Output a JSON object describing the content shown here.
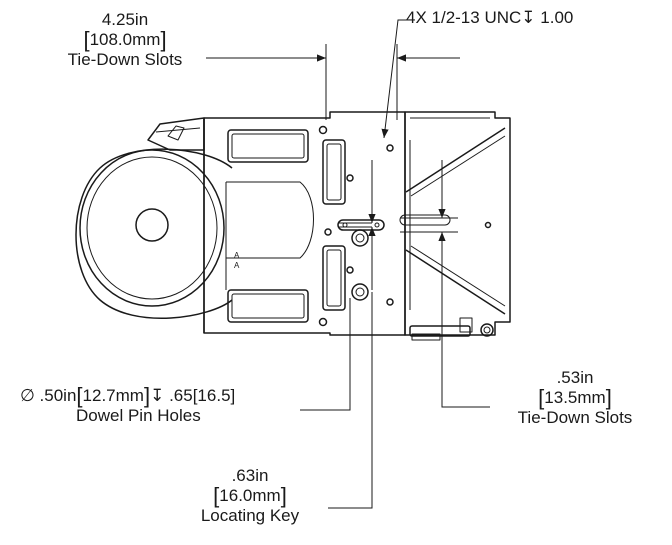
{
  "callouts": {
    "tie_down_slots_width": {
      "inches": "4.25in",
      "mm": "108.0mm",
      "label": "Tie-Down Slots"
    },
    "tapped_holes": {
      "text": "4X 1/2-13 UNC",
      "depth_symbol": "↧",
      "depth": "1.00"
    },
    "dowel_pin_holes": {
      "diameter_symbol": "∅",
      "inches": ".50in",
      "mm": "12.7mm",
      "depth_symbol": "↧",
      "depth": ".65[16.5]",
      "label": "Dowel Pin Holes"
    },
    "tie_down_slots_small": {
      "inches": ".53in",
      "mm": "13.5mm",
      "label": "Tie-Down Slots"
    },
    "locating_key": {
      "inches": ".63in",
      "mm": "16.0mm",
      "label": "Locating Key"
    }
  },
  "colors": {
    "ink": "#1a1a1a",
    "background": "#ffffff"
  }
}
